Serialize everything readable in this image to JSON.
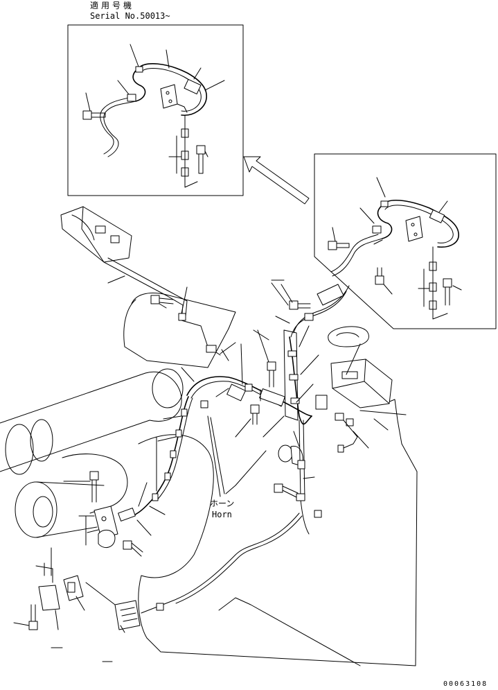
{
  "inset": {
    "serial_jp": "適用号機",
    "serial_no": "Serial No.50013~"
  },
  "callouts": {
    "horn_jp": "ホーン",
    "horn_en": "Horn"
  },
  "drawing_id": "00063108",
  "icons": [
    "arrow-icon",
    "bolt-icon",
    "clamp-icon",
    "connector-icon",
    "horn-icon",
    "relay-icon"
  ]
}
